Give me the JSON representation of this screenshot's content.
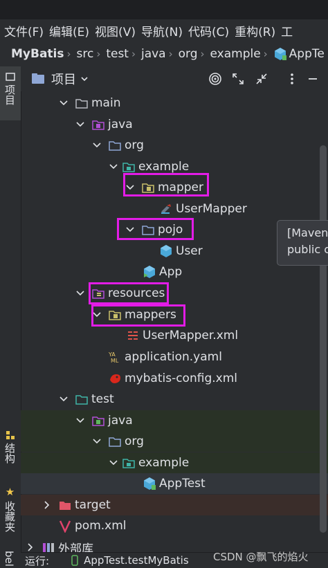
{
  "menubar": {
    "items": [
      "文件(F)",
      "编辑(E)",
      "视图(V)",
      "导航(N)",
      "代码(C)",
      "重构(R)",
      "工"
    ]
  },
  "breadcrumb": {
    "items": [
      "MyBatis",
      "src",
      "test",
      "java",
      "org",
      "example",
      "AppTe"
    ]
  },
  "left_strip": {
    "project_tab": "项目",
    "structure_tab": "结构",
    "favorites_tab": "收藏夹",
    "bottom_fragment": "bel"
  },
  "toolbar": {
    "title": "项目"
  },
  "tree": {
    "main": "main",
    "main_java": "java",
    "main_org": "org",
    "main_example": "example",
    "mapper": "mapper",
    "user_mapper": "UserMapper",
    "pojo": "pojo",
    "user": "User",
    "app": "App",
    "resources": "resources",
    "mappers": "mappers",
    "user_mapper_xml": "UserMapper.xml",
    "application_yaml": "application.yaml",
    "mybatis_config_xml": "mybatis-config.xml",
    "test": "test",
    "test_java": "java",
    "test_org": "org",
    "test_example": "example",
    "app_test": "AppTest",
    "target": "target",
    "pom_xml": "pom.xml",
    "external_libs": "外部库"
  },
  "tooltip": {
    "line1": "[Maven",
    "line2": "public c"
  },
  "bottombar": {
    "run_label": "运行:",
    "run_config": "AppTest.testMyBatis"
  },
  "watermark": "CSDN @飘飞的焰火",
  "colors": {
    "highlight": "#e21ce6",
    "folder": "#8fa7d6",
    "class": "#4aa8d8"
  }
}
